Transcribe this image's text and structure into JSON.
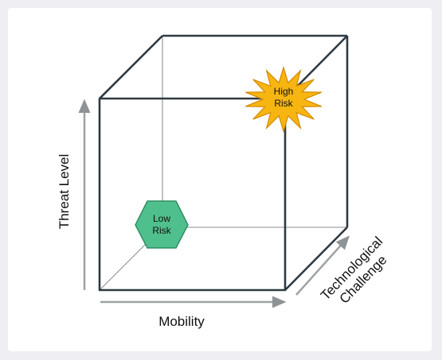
{
  "axes": {
    "x_label": "Mobility",
    "y_label": "Threat Level",
    "z_label_line1": "Technological",
    "z_label_line2": "Challenge"
  },
  "markers": {
    "low": {
      "line1": "Low",
      "line2": "Risk",
      "color": "#4fbf8d",
      "stroke": "#2f8f64"
    },
    "high": {
      "line1": "High",
      "line2": "Risk",
      "color": "#f7b512",
      "stroke": "#d48a00"
    }
  },
  "colors": {
    "edge": "#2e3a42",
    "hidden_edge": "#8a8f93",
    "arrow": "#9ea3a6"
  }
}
